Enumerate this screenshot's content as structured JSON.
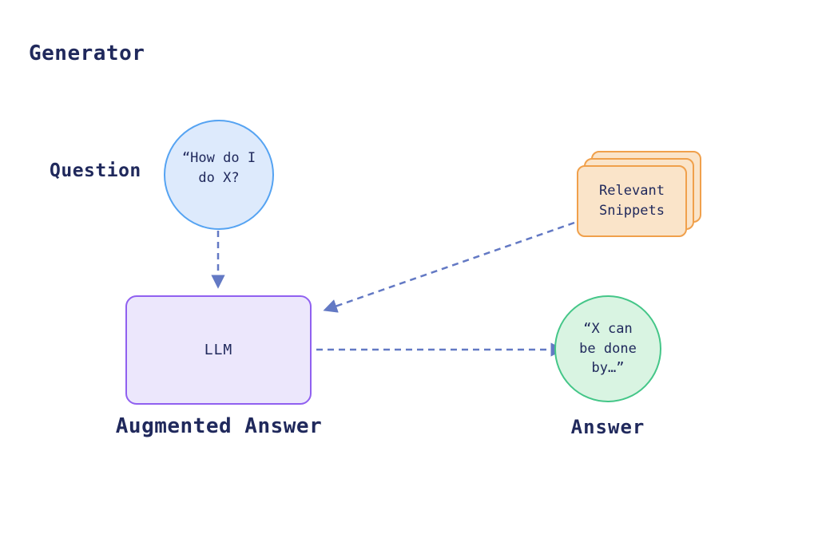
{
  "title": "Generator",
  "colors": {
    "bg": "#ffffff",
    "ink": "#20295c",
    "arrow": "#6379c4",
    "bluefill": "#ddeafc",
    "bluestroke": "#55a3f2",
    "purplefill": "#ece7fc",
    "purplestroke": "#9060f0",
    "orangefill": "#fae4c9",
    "orangestroke": "#f0a04b",
    "greenfill": "#d9f4e2",
    "greenstroke": "#44c688"
  },
  "question": {
    "label": "Question",
    "bubble": "“How do I\ndo X?"
  },
  "llm": {
    "label": "LLM",
    "caption": "Augmented Answer"
  },
  "snippets": {
    "label": "Relevant\nSnippets"
  },
  "answer": {
    "bubble": "“X can\nbe done\nby…”",
    "caption": "Answer"
  }
}
